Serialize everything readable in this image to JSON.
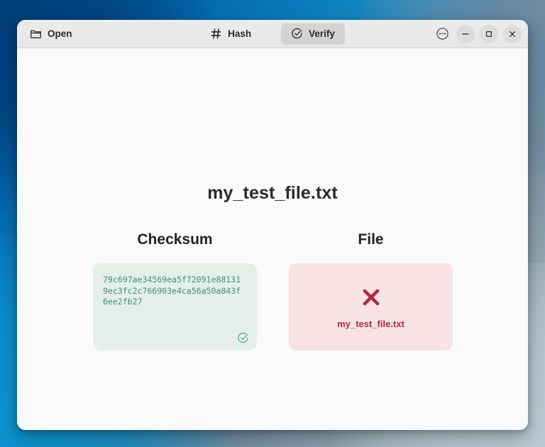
{
  "window": {
    "headerbar": {
      "open_button": {
        "label": "Open",
        "icon": "folder-icon"
      },
      "tabs": [
        {
          "id": "hash",
          "label": "Hash",
          "icon": "hash-icon",
          "active": false
        },
        {
          "id": "verify",
          "label": "Verify",
          "icon": "circle-check-icon",
          "active": true
        }
      ],
      "controls": [
        {
          "id": "menu",
          "icon": "menu-dots-circle-icon"
        },
        {
          "id": "minimize",
          "icon": "minimize-icon"
        },
        {
          "id": "maximize",
          "icon": "maximize-icon"
        },
        {
          "id": "close",
          "icon": "close-icon"
        }
      ]
    },
    "content": {
      "file_title": "my_test_file.txt",
      "checksum_column": {
        "heading": "Checksum",
        "value": "79c697ae34569ea5f72091e881319ec3fc2c766903e4ca56a50a843f6ee2fb27",
        "status_icon": "circle-check-icon",
        "status": "valid"
      },
      "file_column": {
        "heading": "File",
        "status_icon": "x-mark-icon",
        "status": "mismatch",
        "file_name": "my_test_file.txt"
      }
    }
  },
  "colors": {
    "checksum_card_bg": "#e4efe9",
    "checksum_text": "#3c9470",
    "file_card_bg": "#f7e2e4",
    "file_text": "#b02a3c",
    "headerbar_bg": "#e9e9e8",
    "active_tab_bg": "#d3d3d1",
    "content_bg": "#fafafa"
  }
}
